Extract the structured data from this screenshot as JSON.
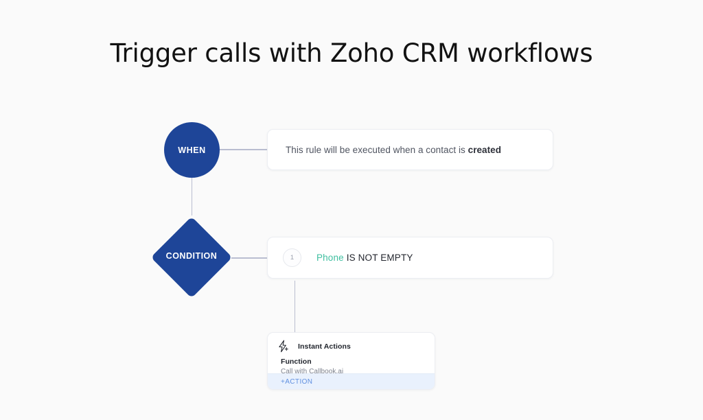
{
  "page": {
    "title": "Trigger calls with Zoho CRM workflows",
    "background_color": "#fafafa"
  },
  "theme": {
    "node_blue": "#1e4598",
    "connector": "#b9bdd0",
    "field_teal": "#3fbfa0",
    "action_blue": "#5f8fe0",
    "action_row_bg": "#e9f1fd"
  },
  "workflow": {
    "when": {
      "node_label": "WHEN",
      "rule_text_prefix": "This rule will be executed when a contact is ",
      "rule_text_emphasis": "created"
    },
    "condition": {
      "node_label": "CONDITION",
      "index": "1",
      "field": "Phone",
      "operator": "IS NOT EMPTY"
    },
    "actions": {
      "icon": "lightning-bolt-plus-icon",
      "header": "Instant Actions",
      "items": [
        {
          "title": "Function",
          "subtitle": "Call with Callbook.ai"
        }
      ],
      "add_label": "+ACTION"
    }
  }
}
